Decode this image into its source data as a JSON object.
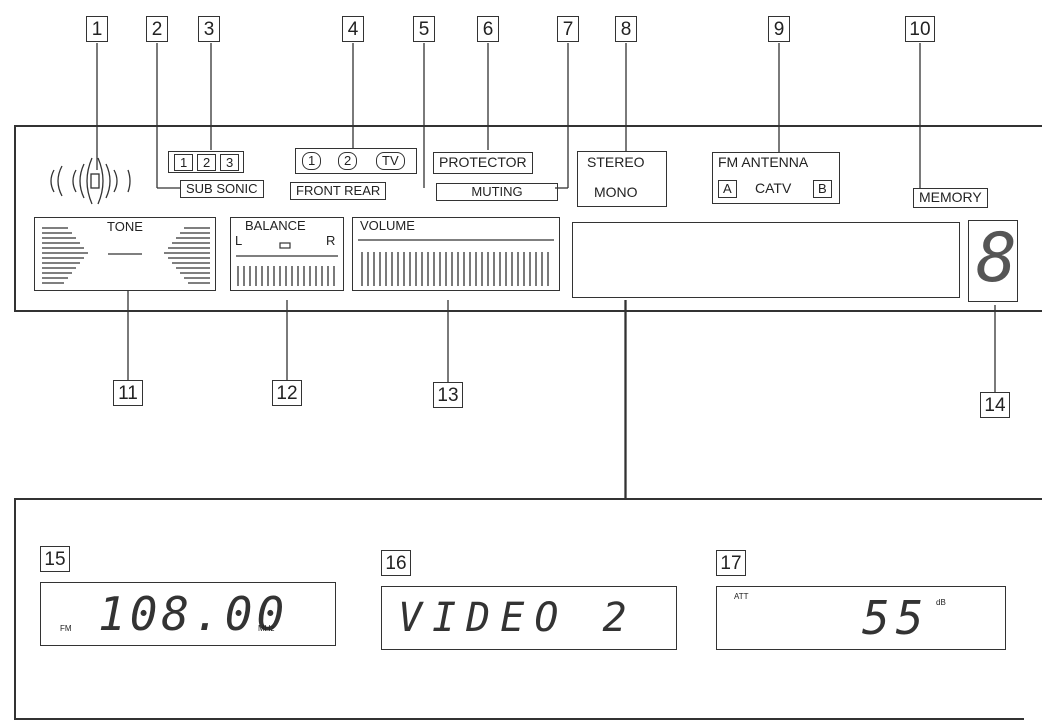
{
  "callouts": [
    "1",
    "2",
    "3",
    "4",
    "5",
    "6",
    "7",
    "8",
    "9",
    "10",
    "11",
    "12",
    "13",
    "14",
    "15",
    "16",
    "17"
  ],
  "panel": {
    "subsonic_buttons": [
      "1",
      "2",
      "3"
    ],
    "subsonic_label": "SUB SONIC",
    "speaker_buttons": [
      "1",
      "2",
      "TV"
    ],
    "speaker_label": "FRONT REAR",
    "protector_label": "PROTECTOR",
    "muting_label": "MUTING",
    "stereo_label": "STEREO",
    "mono_label": "MONO",
    "fm_antenna_label": "FM ANTENNA",
    "antenna_a": "A",
    "catv_label": "CATV",
    "antenna_b": "B",
    "memory_label": "MEMORY",
    "tone_label": "TONE",
    "balance_label": "BALANCE",
    "balance_l": "L",
    "balance_r": "R",
    "volume_label": "VOLUME",
    "digit_display": "8"
  },
  "examples": {
    "fm": {
      "band": "FM",
      "frequency": "108.00",
      "unit": "MHz"
    },
    "video": {
      "text": "VIDEO 2"
    },
    "att": {
      "label": "ATT",
      "value": "55",
      "unit": "dB"
    }
  }
}
